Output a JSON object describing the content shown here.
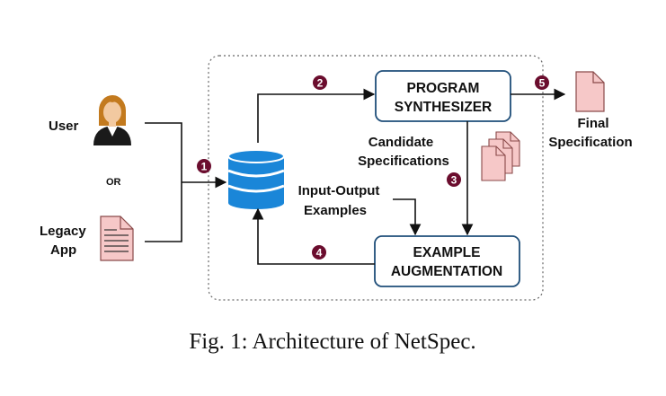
{
  "actors": {
    "user": "User",
    "or": "OR",
    "legacy_line1": "Legacy",
    "legacy_line2": "App"
  },
  "boxes": {
    "synthesizer_line1": "PROGRAM",
    "synthesizer_line2": "SYNTHESIZER",
    "augmentation_line1": "EXAMPLE",
    "augmentation_line2": "AUGMENTATION"
  },
  "labels": {
    "io_line1": "Input-Output",
    "io_line2": "Examples",
    "candidate_line1": "Candidate",
    "candidate_line2": "Specifications",
    "final_line1": "Final",
    "final_line2": "Specification"
  },
  "steps": [
    "1",
    "2",
    "3",
    "4",
    "5"
  ],
  "caption": "Fig. 1: Architecture of NetSpec.",
  "colors": {
    "box_border": "#1f4e79",
    "database": "#1a86d8",
    "step_marker": "#6b0d2e",
    "document_fill": "#f6c8c8",
    "document_border": "#8a4a4a",
    "skin": "#f2c9a0",
    "hair": "#c37a1e"
  },
  "icons": {
    "user": "user-avatar-icon",
    "legacy_app": "document-icon",
    "database": "database-icon",
    "candidates": "document-stack-icon",
    "final_spec": "document-icon"
  }
}
